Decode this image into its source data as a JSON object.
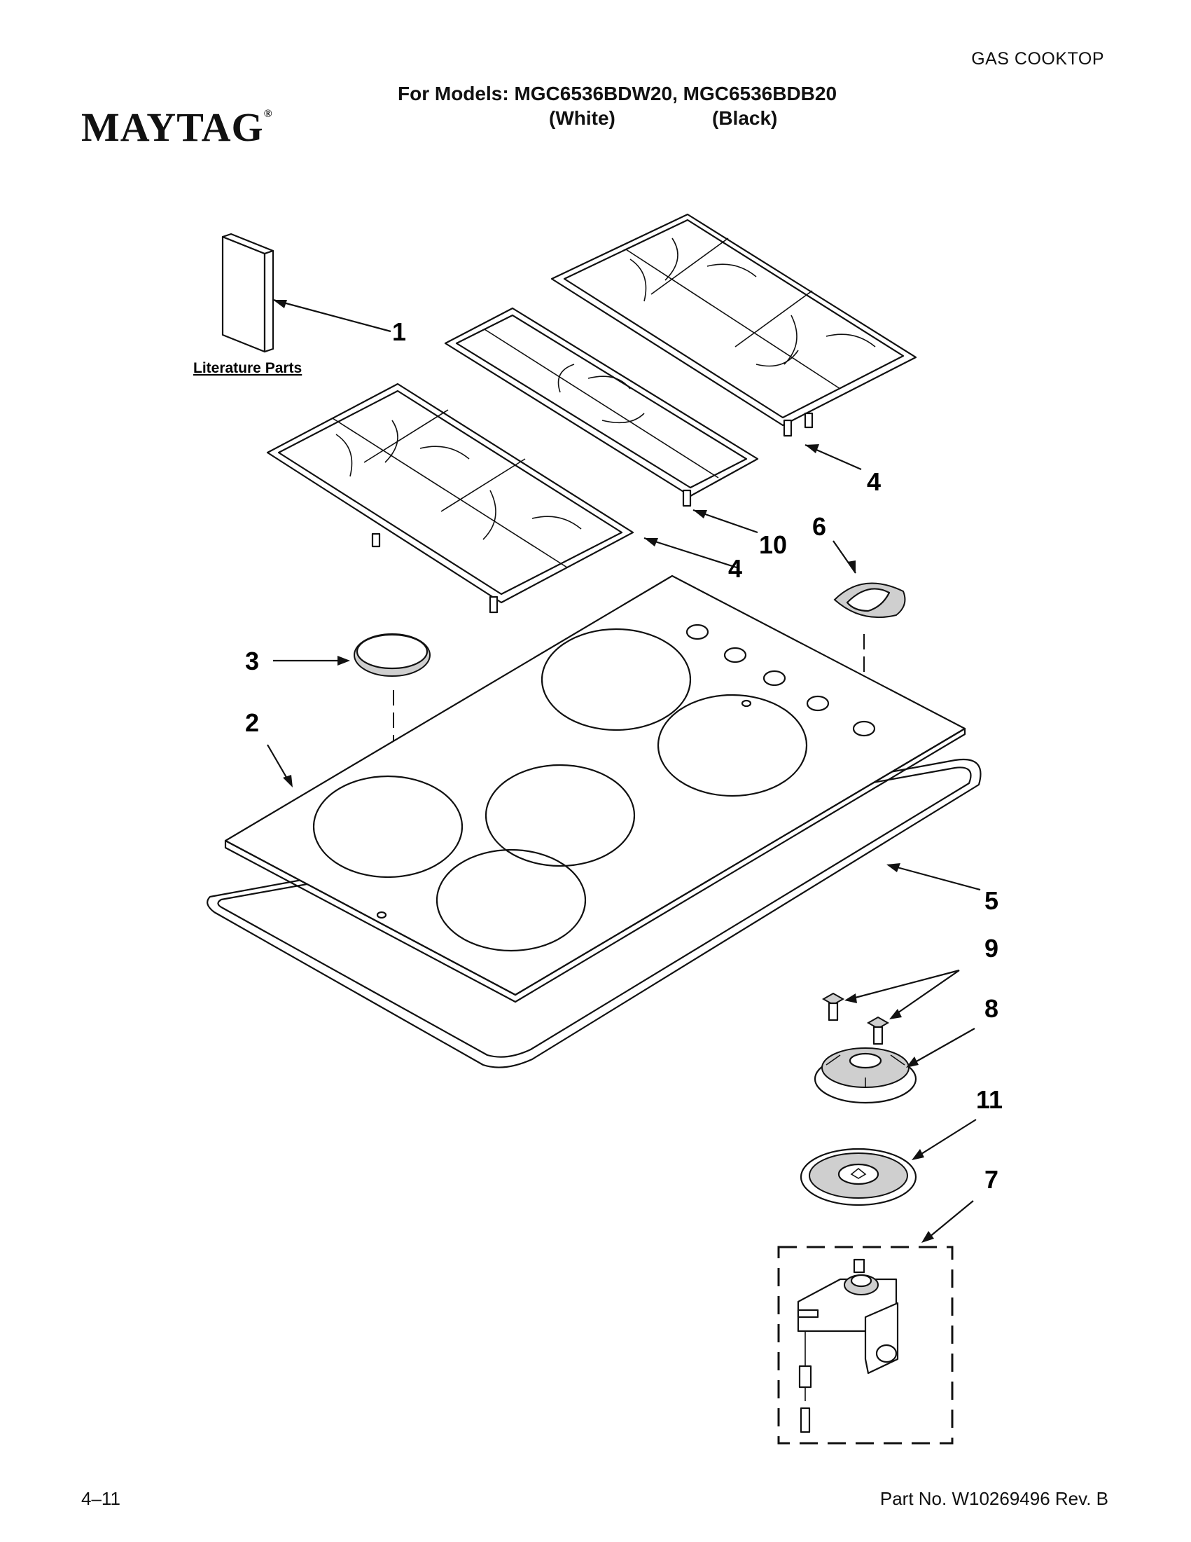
{
  "header": {
    "category": "GAS COOKTOP",
    "brand": "MAYTAG",
    "brand_mark": "®",
    "models_line": "For Models: MGC6536BDW20, MGC6536BDB20",
    "variant_white": "(White)",
    "variant_black": "(Black)"
  },
  "diagram": {
    "literature_label": "Literature Parts",
    "callouts": {
      "c1": "1",
      "c2": "2",
      "c3": "3",
      "c4a": "4",
      "c4b": "4",
      "c5": "5",
      "c6": "6",
      "c7": "7",
      "c8": "8",
      "c9": "9",
      "c10": "10",
      "c11": "11"
    }
  },
  "footer": {
    "date_code": "4–11",
    "part_number": "Part No. W10269496 Rev. B"
  },
  "colors": {
    "line": "#111111",
    "fill_grey": "#cfcfcf",
    "background": "#ffffff"
  }
}
